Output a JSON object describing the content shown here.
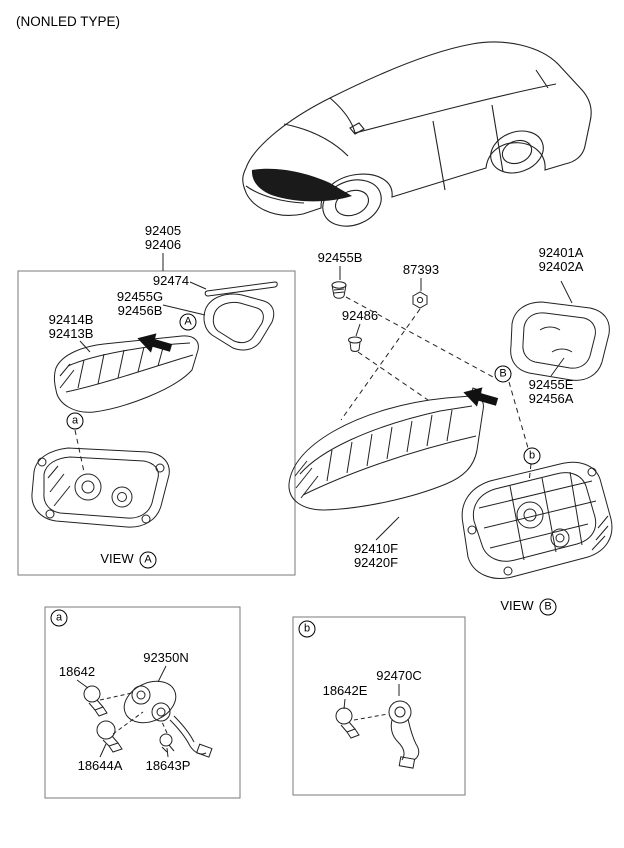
{
  "header": {
    "type_label": "(NONLED TYPE)"
  },
  "callouts": {
    "rear_lamp_inner": {
      "l1": "92405",
      "l2": "92406"
    },
    "strip": {
      "l1": "92474"
    },
    "pad_inner": {
      "l1": "92455G",
      "l2": "92456B"
    },
    "lamp_inner_alt": {
      "l1": "92414B",
      "l2": "92413B"
    },
    "screw": {
      "l1": "92455B"
    },
    "nut": {
      "l1": "87393"
    },
    "grommet": {
      "l1": "92486"
    },
    "rear_lamp_outer": {
      "l1": "92401A",
      "l2": "92402A"
    },
    "pad_outer": {
      "l1": "92455E",
      "l2": "92456A"
    },
    "lamp_outer_assy": {
      "l1": "92410F",
      "l2": "92420F"
    }
  },
  "views": {
    "a": {
      "label": "VIEW",
      "letter": "A"
    },
    "b": {
      "label": "VIEW",
      "letter": "B"
    }
  },
  "markers": {
    "a": "a",
    "b": "b",
    "A": "A",
    "B": "B"
  },
  "detail_a": {
    "bulb_18642": "18642",
    "socket_92350N": "92350N",
    "bulb_18644A": "18644A",
    "bulb_18643P": "18643P"
  },
  "detail_b": {
    "bulb_18642E": "18642E",
    "socket_92470C": "92470C"
  }
}
